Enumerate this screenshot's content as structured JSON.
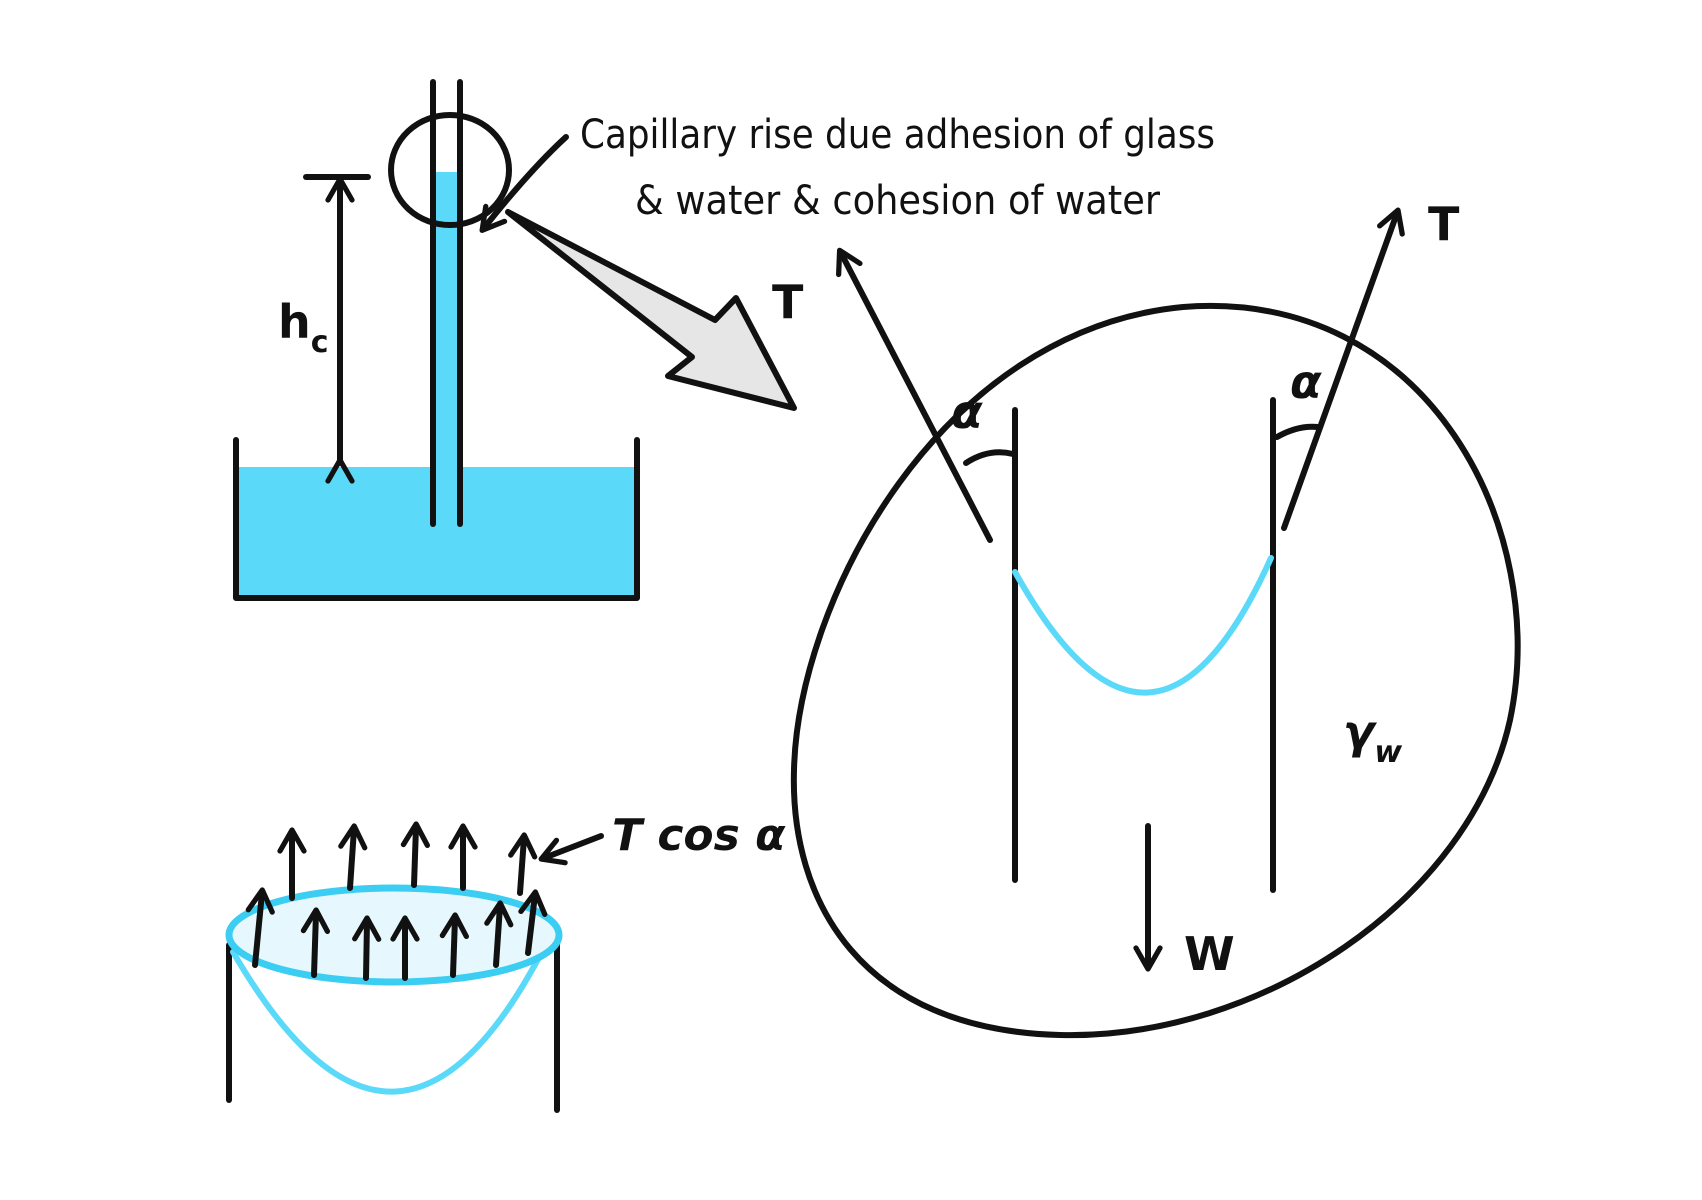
{
  "caption": {
    "line1": "Capillary rise due adhesion of glass",
    "line2": "& water & cohesion of water"
  },
  "labels": {
    "h": "h",
    "h_sub": "c",
    "tension_left": "T",
    "tension_right": "T",
    "angle_left": "α",
    "angle_right": "α",
    "gamma": "γ",
    "gamma_sub": "w",
    "weight": "W",
    "t_cos_alpha": "T cos α"
  },
  "colors": {
    "ink": "#111111",
    "water": "#5ad9f8",
    "meniscus": "#5ad9f8",
    "ring": "#3ccdf2",
    "disk_fill": "#e6f8fd",
    "zoom_arrow_fill": "#e6e6e6"
  }
}
